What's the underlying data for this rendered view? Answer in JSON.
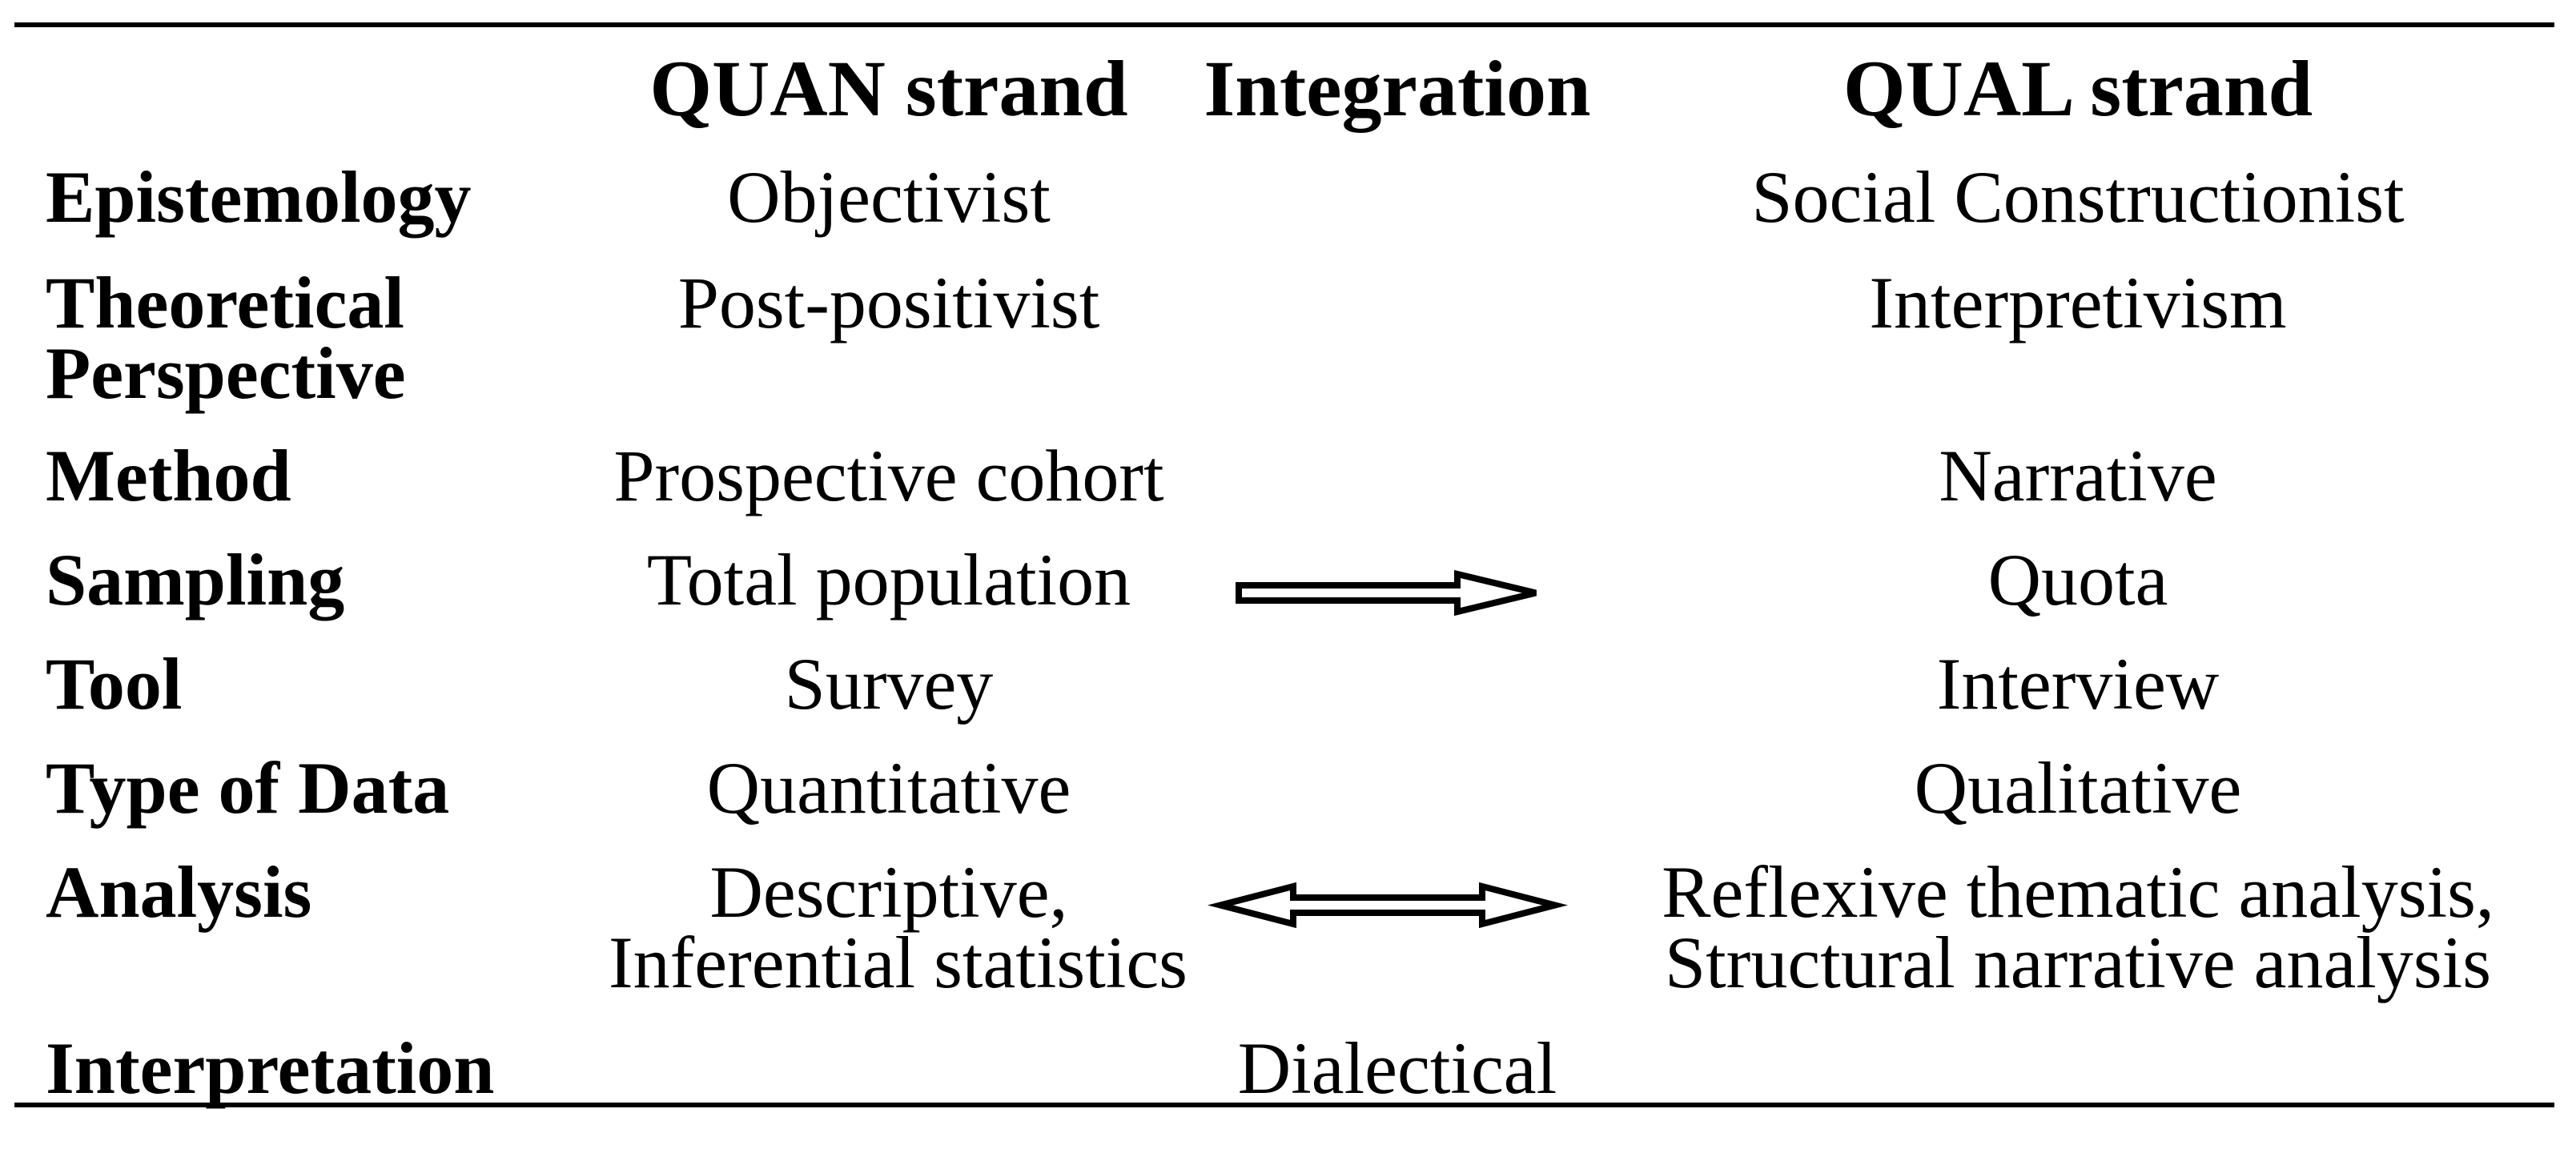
{
  "page": {
    "background_color": "#ffffff",
    "text_color": "#000000",
    "accent_color": "#000000"
  },
  "table": {
    "title": "",
    "columns": {
      "label": "",
      "quan": "QUAN strand",
      "integration": "Integration",
      "qual": "QUAL strand"
    },
    "rows": [
      {
        "label": [
          "Epistemology"
        ],
        "quan": [
          "Objectivist"
        ],
        "integration": [],
        "qual": [
          "Social Constructionist"
        ]
      },
      {
        "label": [
          "Theoretical",
          "Perspective"
        ],
        "quan": [
          "Post-positivist"
        ],
        "integration": [],
        "qual": [
          "Interpretivism"
        ]
      },
      {
        "label": [
          "Method"
        ],
        "quan": [
          "Prospective cohort"
        ],
        "integration": [],
        "qual": [
          "Narrative"
        ]
      },
      {
        "label": [
          "Sampling"
        ],
        "quan": [
          "Total population"
        ],
        "integration": [],
        "qual": [
          "Quota"
        ]
      },
      {
        "label": [
          "Tool"
        ],
        "quan": [
          "Survey"
        ],
        "integration": [],
        "qual": [
          "Interview"
        ]
      },
      {
        "label": [
          "Type of Data"
        ],
        "quan": [
          "Quantitative"
        ],
        "integration": [],
        "qual": [
          "Qualitative"
        ]
      },
      {
        "label": [
          "Analysis"
        ],
        "quan": [
          "Descriptive,",
          "Inferential statistics"
        ],
        "integration": [],
        "qual": [
          "Reflexive thematic analysis,",
          "Structural narrative analysis"
        ]
      },
      {
        "label": [
          "Interpretation"
        ],
        "quan": [],
        "integration": [
          "Dialectical"
        ],
        "qual": []
      }
    ],
    "icons": {
      "sampling_integration": "right-arrow-icon",
      "analysis_integration": "double-arrow-icon"
    }
  }
}
